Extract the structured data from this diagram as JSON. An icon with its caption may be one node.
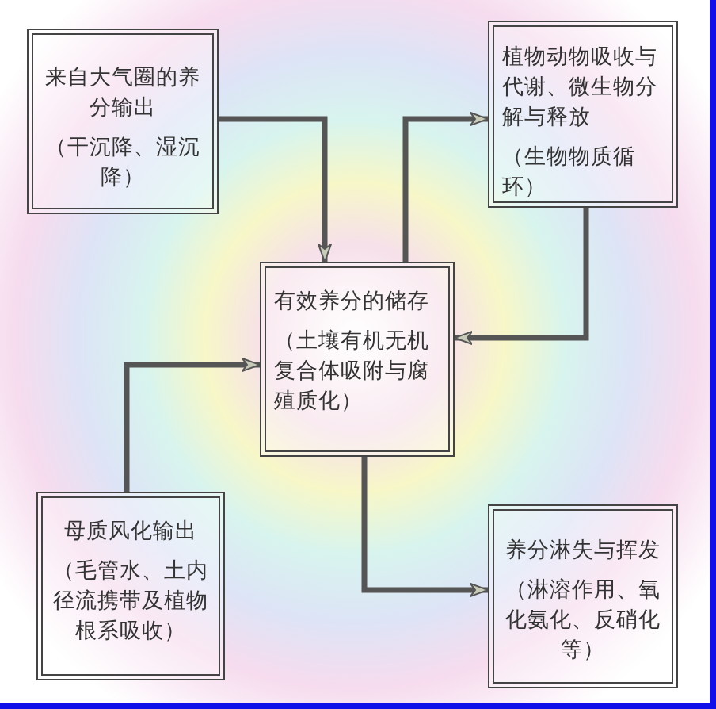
{
  "diagram": {
    "nodes": [
      {
        "text": [
          "来自大气圈的养分输出",
          "（干沉降、湿沉降）"
        ]
      },
      {
        "text": [
          "植物动物吸收与代谢、微生物分解与释放",
          "（生物物质循环）"
        ]
      },
      {
        "text": [
          "有效养分的储存",
          "（土壤有机无机复合体吸附与腐殖质化）"
        ]
      },
      {
        "text": [
          "母质风化输出",
          "（毛管水、土内径流携带及植物根系吸收）"
        ]
      },
      {
        "text": [
          "养分淋失与挥发",
          "（淋溶作用、氧化氨化、反硝化等）"
        ]
      }
    ],
    "edges": [
      {
        "from": 0,
        "to": 2,
        "arrow": "to"
      },
      {
        "from": 2,
        "to": 1,
        "arrow": "to"
      },
      {
        "from": 1,
        "to": 2,
        "arrow": "to"
      },
      {
        "from": 3,
        "to": 2,
        "arrow": "to"
      },
      {
        "from": 2,
        "to": 4,
        "arrow": "to"
      }
    ]
  }
}
